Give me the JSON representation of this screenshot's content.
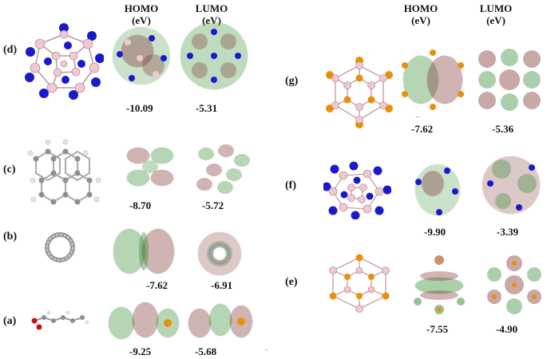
{
  "headers": {
    "left": {
      "homo": "HOMO",
      "homo_unit": "(eV)",
      "lumo": "LUMO",
      "lumo_unit": "(eV)"
    },
    "right": {
      "homo": "HOMO",
      "homo_unit": "(eV)",
      "lumo": "LUMO",
      "lumo_unit": "(eV)"
    }
  },
  "panels": [
    {
      "id": "d",
      "label": "(d)",
      "homo": "-10.09",
      "lumo": "-5.31"
    },
    {
      "id": "c",
      "label": "(c)",
      "homo": "-8.70",
      "lumo": "-5.72"
    },
    {
      "id": "b",
      "label": "(b)",
      "homo": "-7.62",
      "lumo": "-6.91"
    },
    {
      "id": "a",
      "label": "(a)",
      "homo": "-9.25",
      "lumo": "-5.68"
    },
    {
      "id": "g",
      "label": "(g)",
      "homo": "-7.62",
      "lumo": "-5.36"
    },
    {
      "id": "f",
      "label": "(f)",
      "homo": "-9.90",
      "lumo": "-3.39"
    },
    {
      "id": "e",
      "label": "(e)",
      "homo": "-7.55",
      "lumo": "-4.90"
    }
  ],
  "colors": {
    "boron": "#f0c8d0",
    "nitrogen": "#1a1acc",
    "phosphorus": "#e8900c",
    "carbon": "#9a9a9a",
    "hydrogen": "#e8e8e8",
    "oxygen": "#cc1010",
    "lobe_positive": "#2f8a2f",
    "lobe_negative": "#7a2828"
  }
}
